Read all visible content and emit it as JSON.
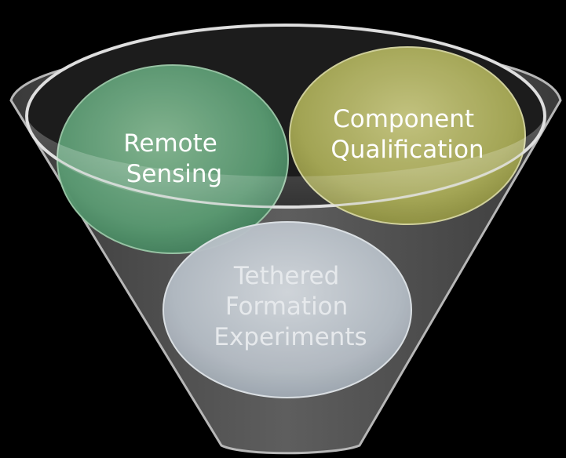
{
  "diagram": {
    "type": "funnel",
    "items": [
      {
        "id": "remote-sensing",
        "lines": [
          "Remote",
          "Sensing"
        ],
        "color": "#5f9f78"
      },
      {
        "id": "component-qualification",
        "lines": [
          "Component",
          "Qualification"
        ],
        "color": "#a9ab58"
      },
      {
        "id": "tethered-formation-experiments",
        "lines": [
          "Tethered",
          "Formation",
          "Experiments"
        ],
        "color": "#b9c1c9"
      }
    ]
  },
  "colors": {
    "background": "#000000",
    "funnel_body": "#5a5a5a",
    "funnel_rim": "#c9c9c9"
  }
}
